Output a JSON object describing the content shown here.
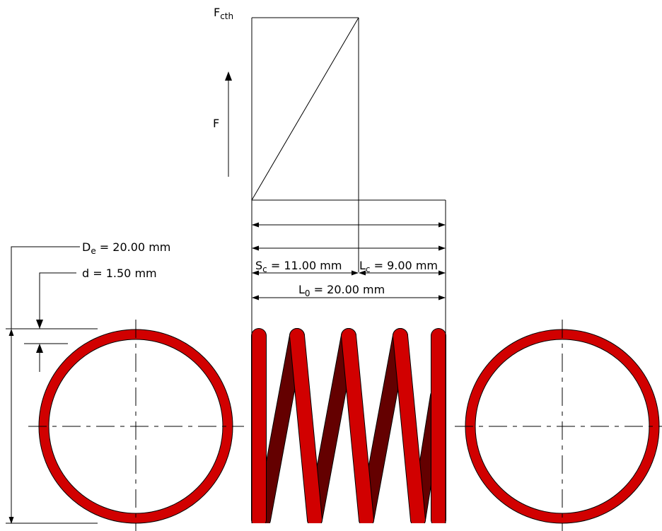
{
  "labels": {
    "force_label": "F",
    "force_theoretical_main": "F",
    "force_theoretical_sub": "cth",
    "outer_diameter_main": "D",
    "outer_diameter_sub": "e",
    "outer_diameter_value": " = 20.00 mm",
    "wire_diameter": "d = 1.50 mm",
    "travel_main": "S",
    "travel_sub": "c",
    "travel_value": " = 11.00 mm",
    "solid_length_main": "L",
    "solid_length_sub": "c",
    "solid_length_value": " = 9.00 mm",
    "free_length_main": "L",
    "free_length_sub": "0",
    "free_length_value": " = 20.00 mm"
  },
  "colors": {
    "wire_front": "#d10000",
    "wire_back": "#640000",
    "outline": "#000000",
    "background": "#ffffff"
  }
}
